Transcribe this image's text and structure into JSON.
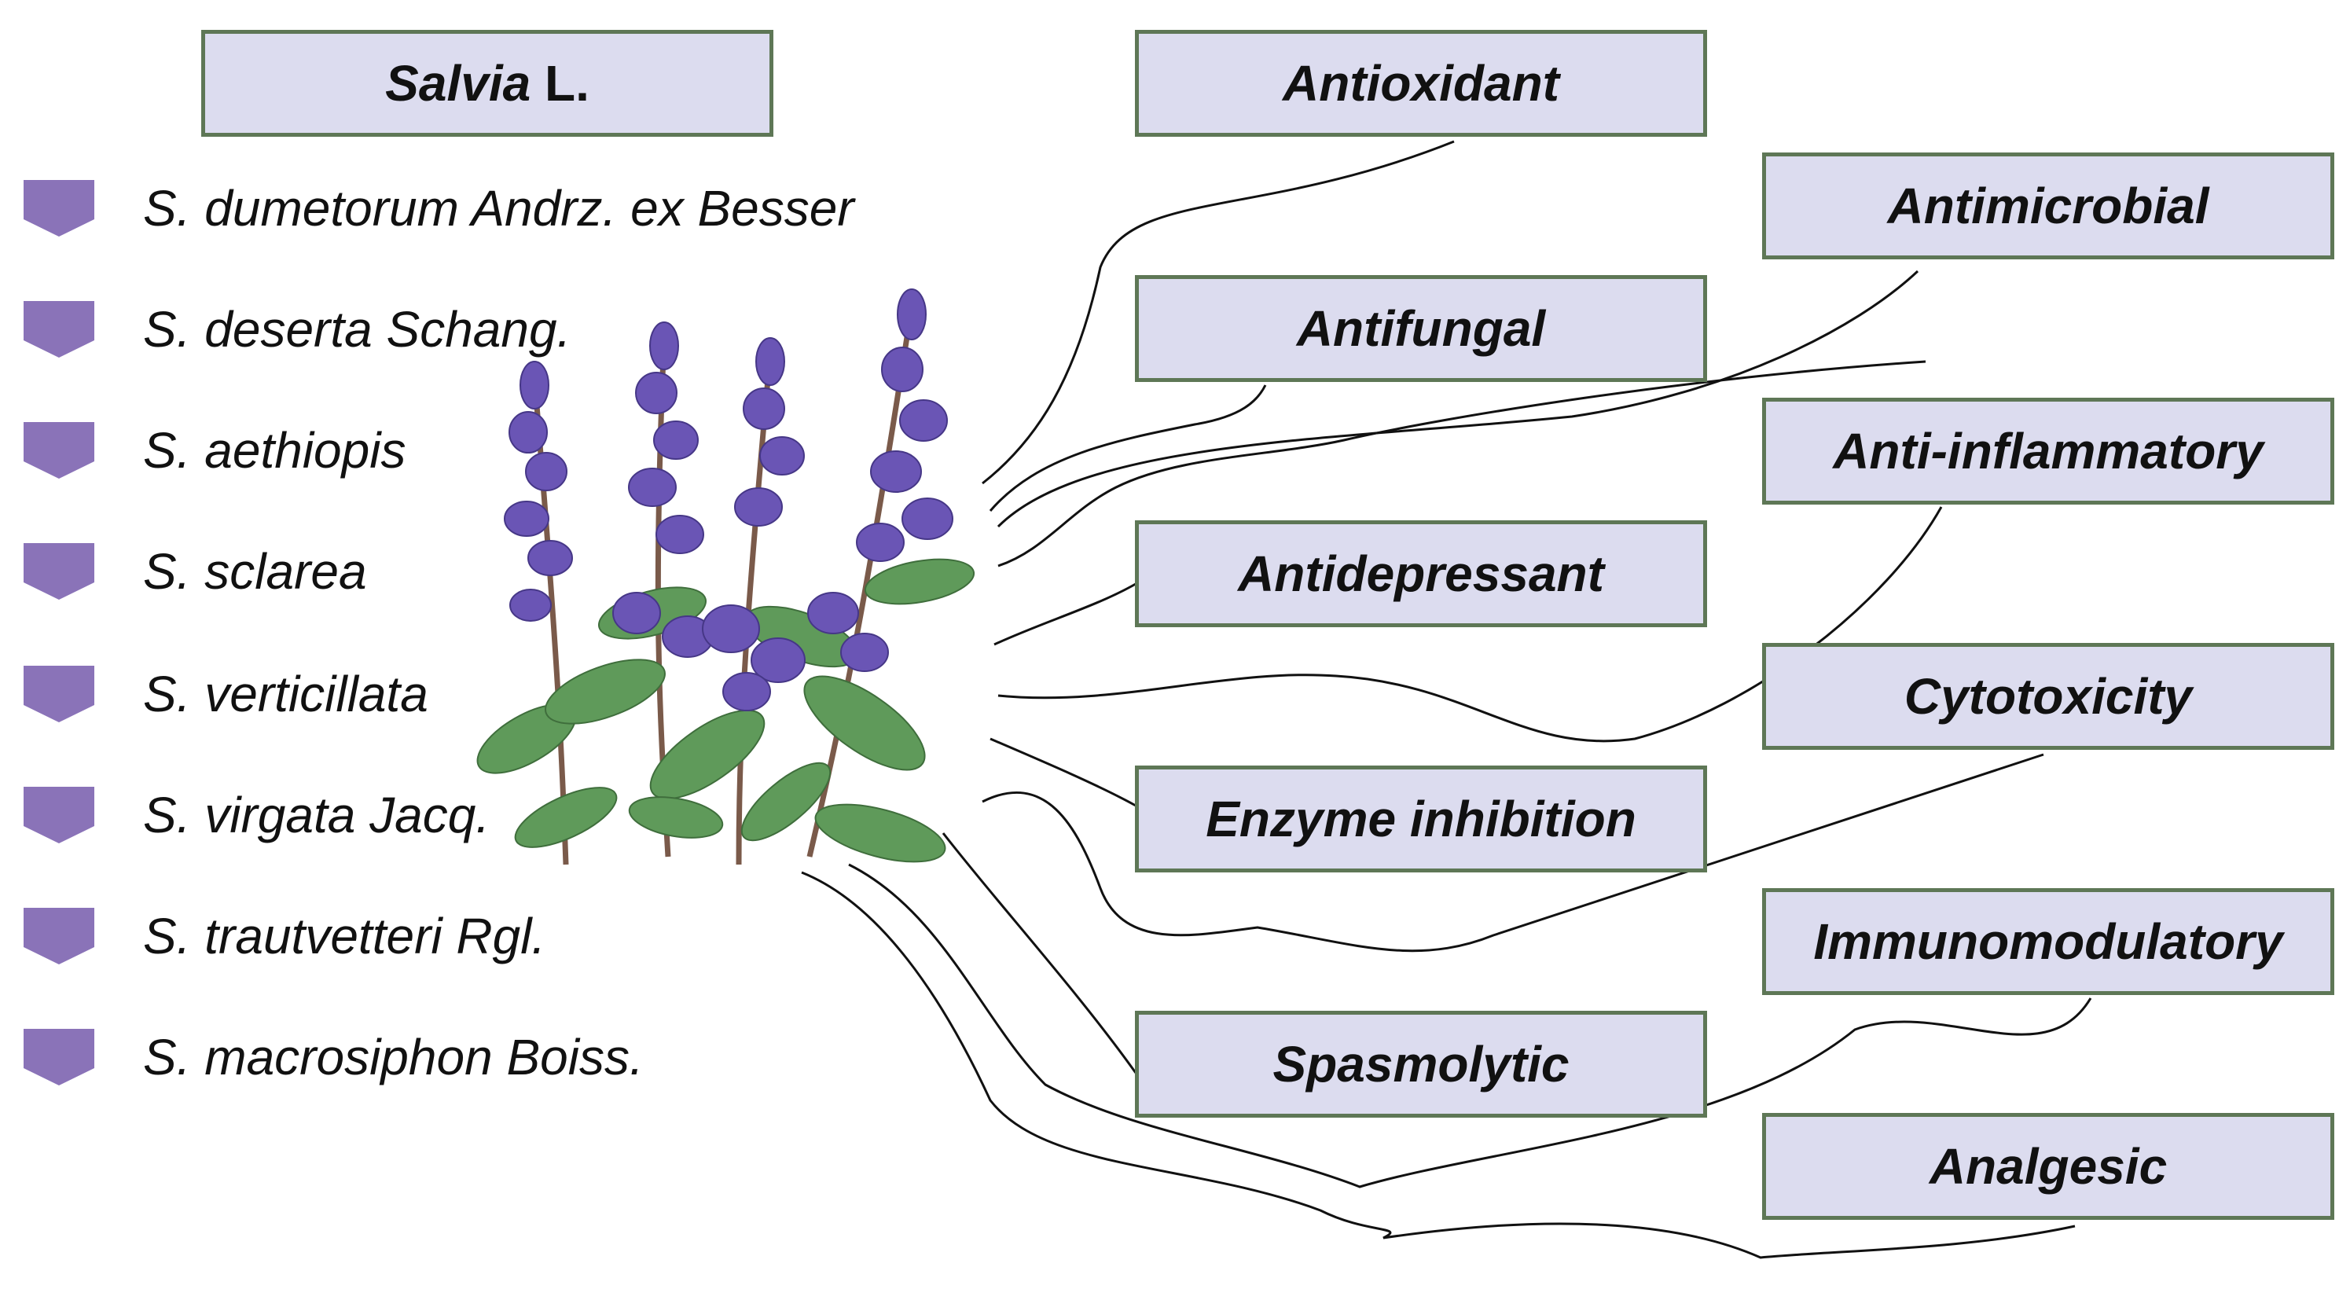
{
  "title": {
    "genus": "Salvia",
    "authority": "L."
  },
  "species": [
    "S. dumetorum Andrz. ex Besser",
    "S. deserta Schang.",
    "S. aethiopis",
    "S. sclarea",
    "S. verticillata",
    "S. virgata Jacq.",
    "S. trautvetteri Rgl.",
    "S. macrosiphon Boiss."
  ],
  "activities": [
    "Antioxidant",
    "Antimicrobial",
    "Antifungal",
    "Anti-inflammatory",
    "Antidepressant",
    "Cytotoxicity",
    "Enzyme inhibition",
    "Immunomodulatory",
    "Spasmolytic",
    "Analgesic"
  ],
  "colors": {
    "box_fill": "#dcdcef",
    "box_border": "#5e7756",
    "marker": "#8a73b8",
    "flower": "#6a55b5",
    "leaf": "#5f9a5a",
    "stem": "#7a5a4a"
  },
  "illustration": "salvia-plant-illustration"
}
